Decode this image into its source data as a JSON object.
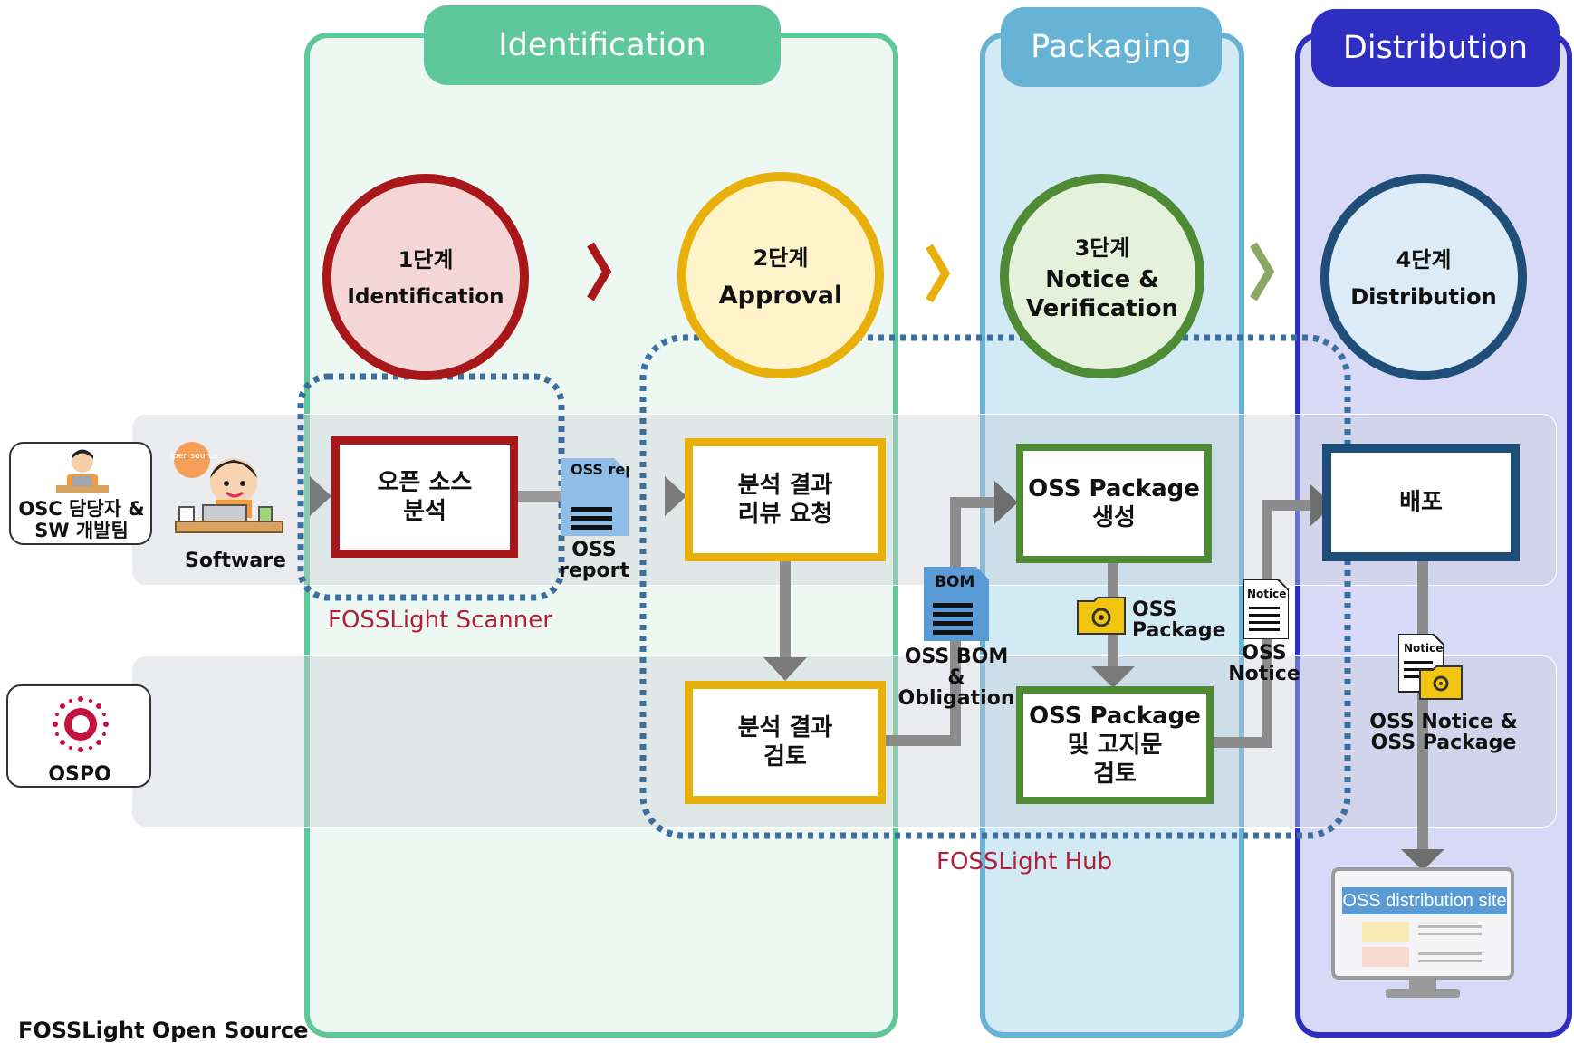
{
  "phases": {
    "identification": "Identification",
    "packaging": "Packaging",
    "distribution": "Distribution"
  },
  "steps": [
    {
      "step": "1단계",
      "name": "Identification"
    },
    {
      "step": "2단계",
      "name": "Approval"
    },
    {
      "step": "3단계",
      "name": "Notice &\nVerification"
    },
    {
      "step": "4단계",
      "name": "Distribution"
    }
  ],
  "actors": {
    "developer": "OSC 담당자 &\nSW 개발팀",
    "ospo": "OSPO"
  },
  "boxes": {
    "analysis": "오픈 소스\n분석",
    "review_request": "분석 결과\n리뷰 요청",
    "review": "분석 결과\n검토",
    "package_create": "OSS Package\n생성",
    "package_review": "OSS Package\n및 고지문\n검토",
    "distribute": "배포"
  },
  "labels": {
    "software": "Software",
    "oss_report": "OSS\nreport",
    "oss_bom": "OSS BOM\n& Obligation",
    "oss_package": "OSS\nPackage",
    "oss_notice": "OSS\nNotice",
    "notice_package": "OSS Notice &\nOSS Package",
    "dist_site": "OSS distribution site",
    "open_source_bubble": "Open source",
    "report_icon_text": "OSS report",
    "bom_icon_text": "BOM",
    "notice_icon_text": "Notice",
    "footer": "FOSSLight Open Source"
  },
  "tools": {
    "scanner": "FOSSLight Scanner",
    "hub": "FOSSLight Hub"
  },
  "colors": {
    "identification": "#5ec89a",
    "packaging": "#66b3d6",
    "distribution": "#2e2fc0",
    "step1": "#a8171a",
    "step2": "#e8b00a",
    "step3": "#4f8a35",
    "step4": "#1f4e79",
    "tool_text": "#b0203a",
    "dotted": "#3d6f9e"
  }
}
